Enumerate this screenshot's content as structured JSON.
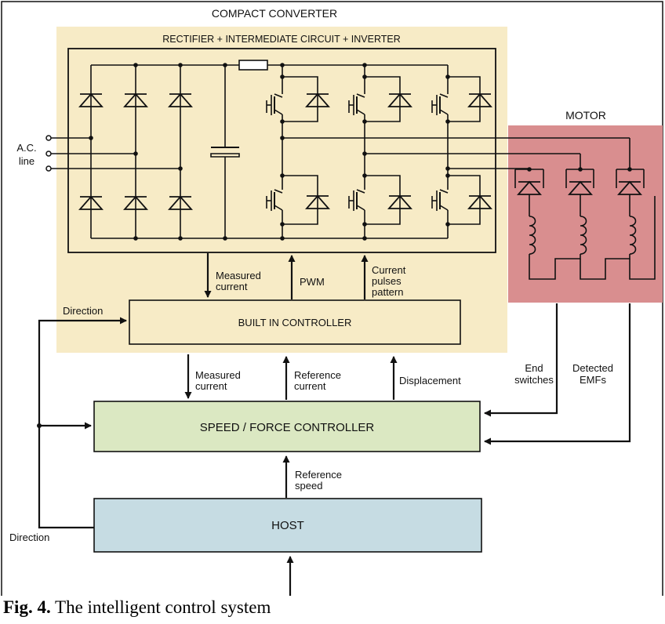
{
  "labels": {
    "compact_converter": "COMPACT CONVERTER",
    "rectifier": "RECTIFIER + INTERMEDIATE CIRCUIT + INVERTER",
    "motor": "MOTOR",
    "ac_line_1": "A.C.",
    "ac_line_2": "line",
    "built_in_controller": "BUILT IN CONTROLLER",
    "speed_force_controller": "SPEED / FORCE CONTROLLER",
    "host": "HOST",
    "measured_current_top_1": "Measured",
    "measured_current_top_2": "current",
    "pwm": "PWM",
    "current_pulses_1": "Current",
    "current_pulses_2": "pulses",
    "current_pulses_3": "pattern",
    "direction_top": "Direction",
    "measured_current_mid_1": "Measured",
    "measured_current_mid_2": "current",
    "reference_current_1": "Reference",
    "reference_current_2": "current",
    "displacement": "Displacement",
    "end_switches_1": "End",
    "end_switches_2": "switches",
    "detected_emfs_1": "Detected",
    "detected_emfs_2": "EMFs",
    "reference_speed_1": "Reference",
    "reference_speed_2": "speed",
    "direction_bottom": "Direction"
  },
  "caption": {
    "label": "Fig. 4.",
    "text": " The intelligent control system"
  },
  "colors": {
    "converter_bg": "#f7ebc6",
    "motor_bg": "#d98e8f",
    "speed_controller_bg": "#dbe8c2",
    "host_bg": "#c6dce3",
    "line": "#111111"
  }
}
